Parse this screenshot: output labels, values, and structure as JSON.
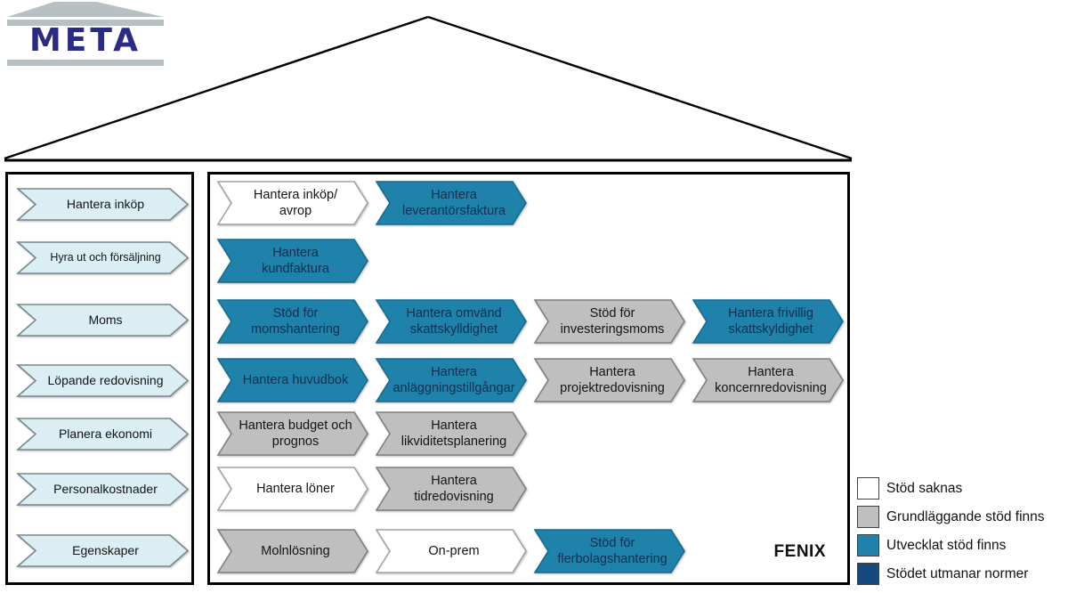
{
  "logo": {
    "text": "META"
  },
  "sidebar": {
    "items": [
      {
        "label": "Hantera inköp"
      },
      {
        "label": "Hyra ut och försäljning",
        "small": true
      },
      {
        "label": "Moms"
      },
      {
        "label": "Löpande redovisning"
      },
      {
        "label": "Planera ekonomi"
      },
      {
        "label": "Personalkostnader"
      },
      {
        "label": "Egenskaper"
      }
    ]
  },
  "main": {
    "system_label": "FENIX",
    "rows": [
      {
        "arrows": [
          {
            "label": "Hantera inköp/\navrop",
            "status": "none"
          },
          {
            "label": "Hantera\nleverantörsfaktura",
            "status": "developed"
          }
        ]
      },
      {
        "arrows": [
          {
            "label": "Hantera\nkundfaktura",
            "status": "developed"
          }
        ]
      },
      {
        "arrows": [
          {
            "label": "Stöd för\nmomshantering",
            "status": "developed"
          },
          {
            "label": "Hantera omvänd\nskattskylldighet",
            "status": "developed"
          },
          {
            "label": "Stöd för\ninvesteringsmoms",
            "status": "basic"
          },
          {
            "label": "Hantera frivillig\nskattskyldighet",
            "status": "developed"
          }
        ]
      },
      {
        "arrows": [
          {
            "label": "Hantera huvudbok",
            "status": "developed"
          },
          {
            "label": "Hantera\nanläggningstillgångar",
            "status": "developed",
            "small": true
          },
          {
            "label": "Hantera\nprojektredovisning",
            "status": "basic"
          },
          {
            "label": "Hantera\nkoncernredovisning",
            "status": "basic"
          }
        ]
      },
      {
        "arrows": [
          {
            "label": "Hantera budget och\nprognos",
            "status": "basic"
          },
          {
            "label": "Hantera\nlikviditetsplanering",
            "status": "basic"
          }
        ]
      },
      {
        "arrows": [
          {
            "label": "Hantera löner",
            "status": "none"
          },
          {
            "label": "Hantera\ntidredovisning",
            "status": "basic"
          }
        ]
      },
      {
        "arrows": [
          {
            "label": "Molnlösning",
            "status": "basic"
          },
          {
            "label": "On-prem",
            "status": "none"
          },
          {
            "label": "Stöd för\nflerbolagshantering",
            "status": "developed"
          }
        ]
      }
    ]
  },
  "legend": {
    "items": [
      {
        "label": "Stöd saknas",
        "status": "none"
      },
      {
        "label": "Grundläggande stöd finns",
        "status": "basic"
      },
      {
        "label": "Utvecklat stöd finns",
        "status": "developed"
      },
      {
        "label": "Stödet utmanar normer",
        "status": "challenger"
      }
    ]
  },
  "colors": {
    "none": "#ffffff",
    "basic": "#bfbfbf",
    "developed": "#1e82aa",
    "challenger": "#17497e",
    "sidebar": "#daeef3"
  },
  "border_colors": {
    "none": "#a3a3a3",
    "basic": "#7f7f7f",
    "developed": "#166b8e",
    "challenger": "#0f3356",
    "sidebar": "#77898f"
  }
}
